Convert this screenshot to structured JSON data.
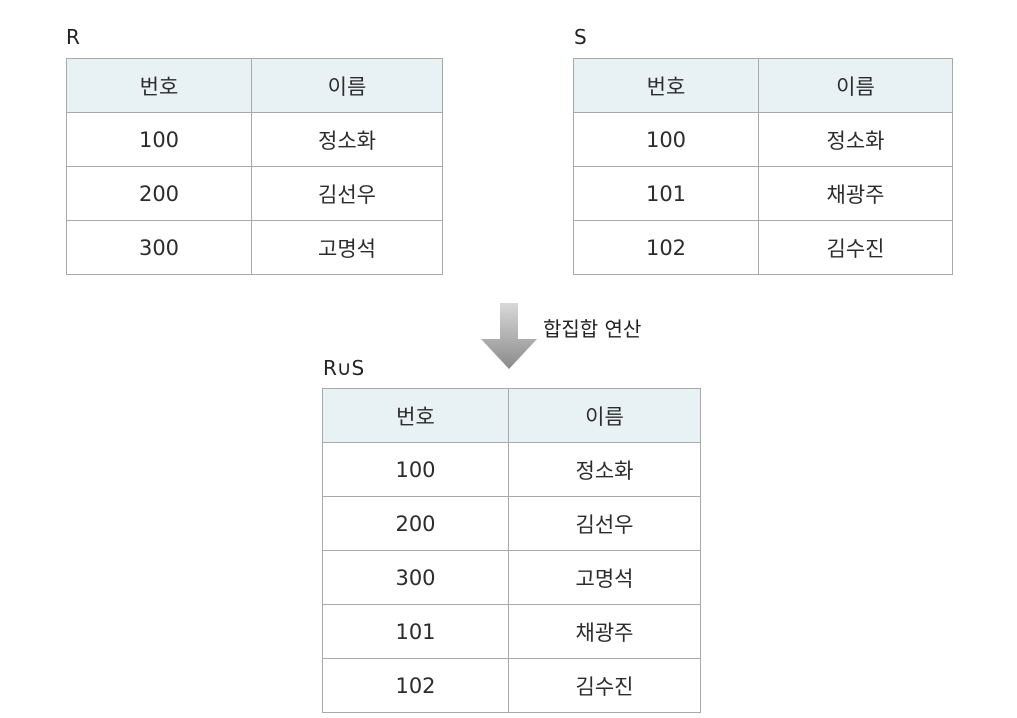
{
  "tables": {
    "r": {
      "name": "R",
      "headers": [
        "번호",
        "이름"
      ],
      "rows": [
        [
          "100",
          "정소화"
        ],
        [
          "200",
          "김선우"
        ],
        [
          "300",
          "고명석"
        ]
      ]
    },
    "s": {
      "name": "S",
      "headers": [
        "번호",
        "이름"
      ],
      "rows": [
        [
          "100",
          "정소화"
        ],
        [
          "101",
          "채광주"
        ],
        [
          "102",
          "김수진"
        ]
      ]
    },
    "rus": {
      "name": "R∪S",
      "headers": [
        "번호",
        "이름"
      ],
      "rows": [
        [
          "100",
          "정소화"
        ],
        [
          "200",
          "김선우"
        ],
        [
          "300",
          "고명석"
        ],
        [
          "101",
          "채광주"
        ],
        [
          "102",
          "김수진"
        ]
      ]
    }
  },
  "operation": {
    "label": "합집합 연산",
    "arrow_icon": "down-arrow-icon",
    "arrow_colors": [
      "#8a8a8a",
      "#d9d9d9"
    ]
  },
  "colors": {
    "header_background": "#e8f1f4",
    "border": "#a9a9a9"
  }
}
